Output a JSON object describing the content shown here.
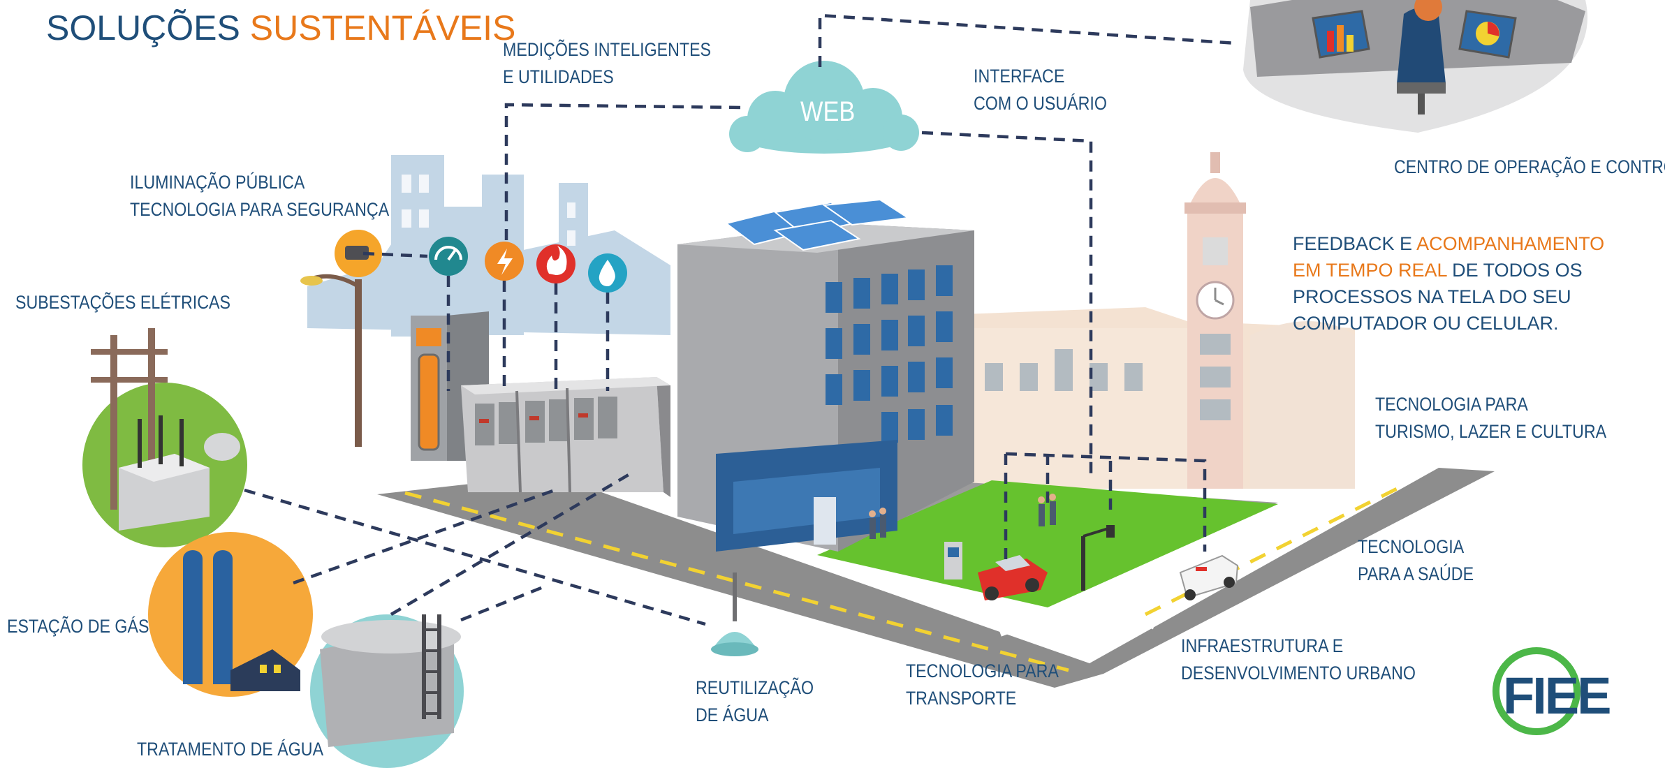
{
  "title": {
    "part1": "SOLUÇÕES",
    "part2": "SUSTENTÁVEIS"
  },
  "cloud": {
    "label": "WEB"
  },
  "labels": {
    "smart_metering": [
      "MEDIÇÕES INTELIGENTES",
      "E UTILIDADES"
    ],
    "user_interface": [
      "INTERFACE",
      "COM O USUÁRIO"
    ],
    "control_center": [
      "CENTRO DE OPERAÇÃO E CONTROLE"
    ],
    "public_lighting": [
      "ILUMINAÇÃO PÚBLICA",
      "TECNOLOGIA PARA SEGURANÇA"
    ],
    "substations": [
      "SUBESTAÇÕES ELÉTRICAS"
    ],
    "tourism": [
      "TECNOLOGIA PARA",
      "TURISMO, LAZER E CULTURA"
    ],
    "health": [
      "TECNOLOGIA",
      "PARA A SAÚDE"
    ],
    "gas_station": [
      "ESTAÇÃO DE GÁS"
    ],
    "infrastructure": [
      "INFRAESTRUTURA E",
      "DESENVOLVIMENTO URBANO"
    ],
    "transport": [
      "TECNOLOGIA PARA",
      "TRANSPORTE"
    ],
    "water_reuse": [
      "REUTILIZAÇÃO",
      "DE ÁGUA"
    ],
    "water_treatment": [
      "TRATAMENTO DE ÁGUA"
    ]
  },
  "feedback": {
    "l1a": "FEEDBACK E ",
    "l1b": "ACOMPANHAMENTO",
    "l2a": "EM TEMPO REAL",
    "l2b": " DE TODOS OS",
    "l3": "PROCESSOS NA TELA DO SEU",
    "l4": "COMPUTADOR OU CELULAR."
  },
  "logo": {
    "text": "FIEE"
  },
  "colors": {
    "navy": "#1f4e79",
    "orange": "#e8781a",
    "dash": "#2d3a5c",
    "cloud": "#8fd3d4",
    "grass": "#66c22e",
    "road": "#8d8d8d",
    "building_gray": "#a7a7a9",
    "window_blue": "#2e6aa6",
    "teal_icon": "#21888f",
    "red_icon": "#e0302a",
    "blue_icon": "#24a3c4",
    "logo_ring": "#4cb748"
  }
}
